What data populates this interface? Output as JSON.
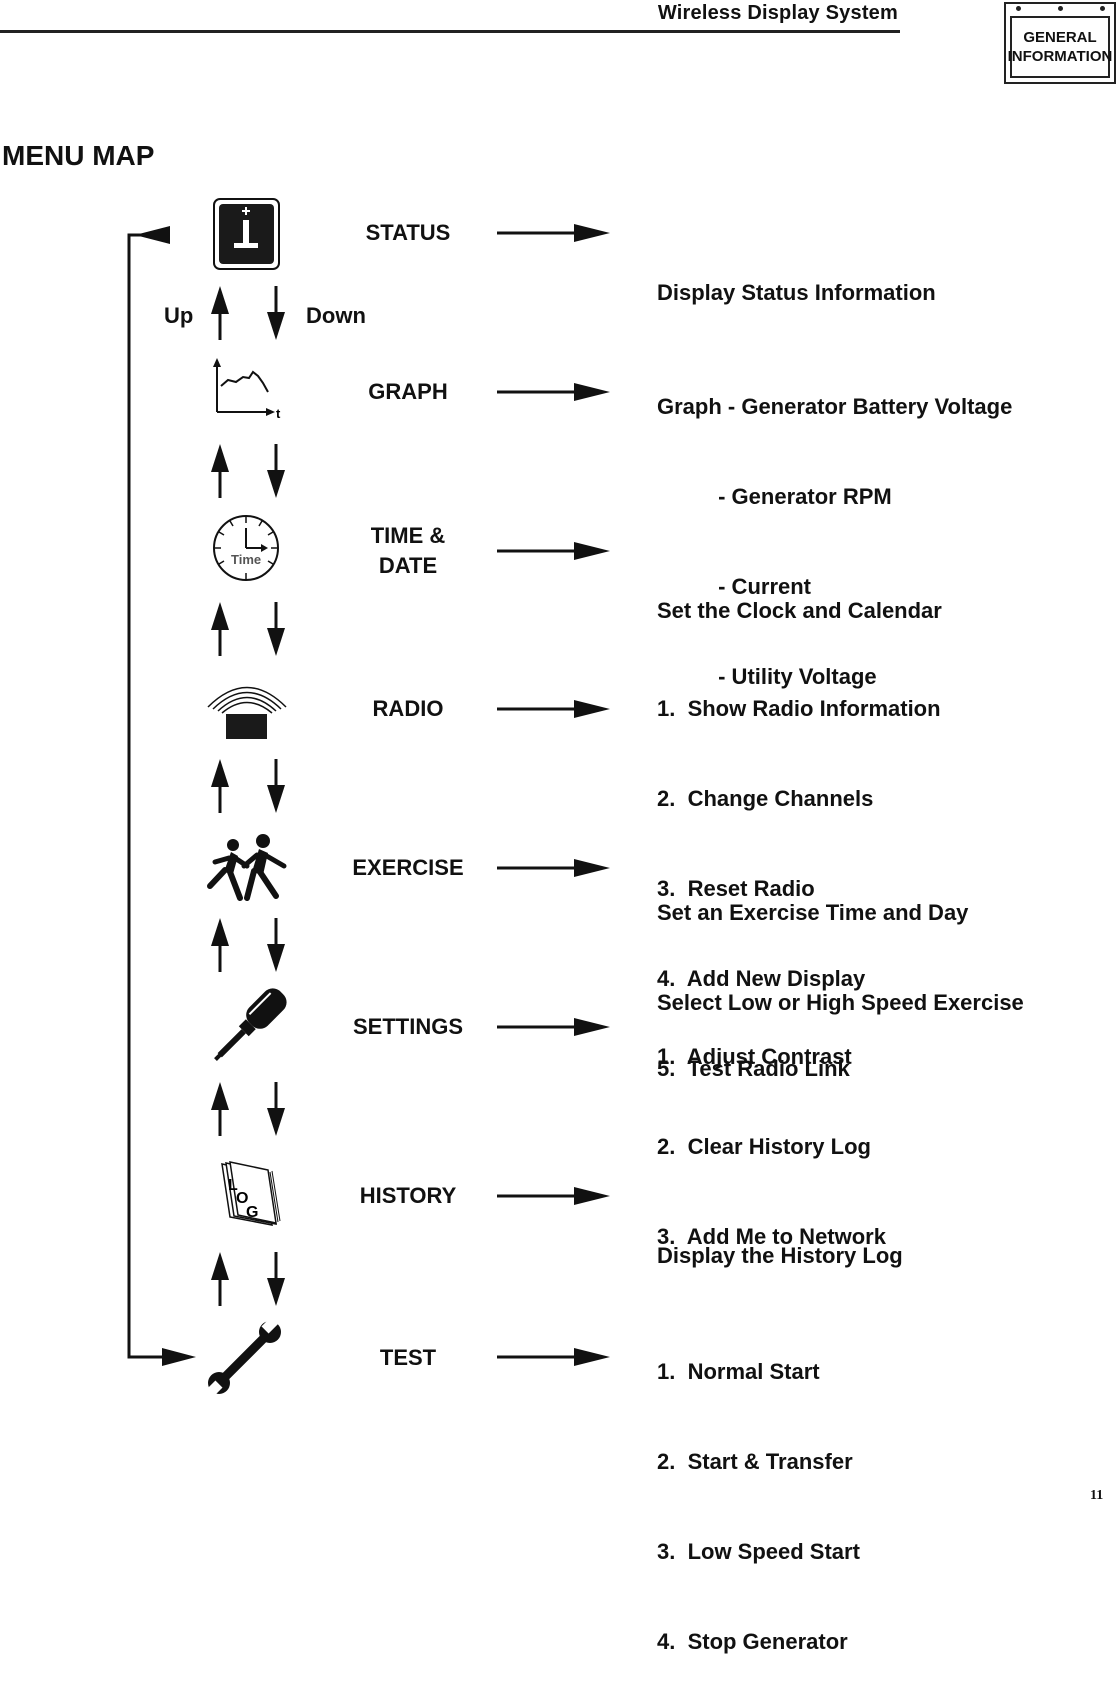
{
  "header": {
    "title": "Wireless Display System",
    "badge_line1": "GENERAL",
    "badge_line2": "INFORMATION"
  },
  "page_heading": "MENU MAP",
  "nav": {
    "up_label": "Up",
    "down_label": "Down"
  },
  "menu": [
    {
      "label": "STATUS",
      "icon": "info-icon",
      "description": [
        "Display Status Information"
      ]
    },
    {
      "label": "GRAPH",
      "icon": "graph-icon",
      "icon_text": "t",
      "description": [
        "Graph - Generator Battery Voltage",
        "          - Generator RPM",
        "          - Current",
        "          - Utility Voltage"
      ]
    },
    {
      "label_line1": "TIME &",
      "label_line2": "DATE",
      "icon": "clock-icon",
      "icon_text": "Time",
      "description": [
        "Set the Clock and Calendar"
      ]
    },
    {
      "label": "RADIO",
      "icon": "radio-icon",
      "description": [
        "1.  Show Radio Information",
        "2.  Change Channels",
        "3.  Reset Radio",
        "4.  Add New Display",
        "5.  Test Radio Link"
      ]
    },
    {
      "label": "EXERCISE",
      "icon": "running-people-icon",
      "description": [
        "Set an Exercise Time and Day",
        "Select Low or High Speed Exercise"
      ]
    },
    {
      "label": "SETTINGS",
      "icon": "screwdriver-icon",
      "description": [
        "1.  Adjust Contrast",
        "2.  Clear History Log",
        "3.  Add Me to Network"
      ]
    },
    {
      "label": "HISTORY",
      "icon": "log-book-icon",
      "icon_text": [
        "L",
        "O",
        "G"
      ],
      "description": [
        "Display the History Log"
      ]
    },
    {
      "label": "TEST",
      "icon": "wrench-icon",
      "description": [
        "1.  Normal Start",
        "2.  Start & Transfer",
        "3.  Low Speed Start",
        "4.  Stop Generator"
      ]
    }
  ],
  "page_number": "11"
}
